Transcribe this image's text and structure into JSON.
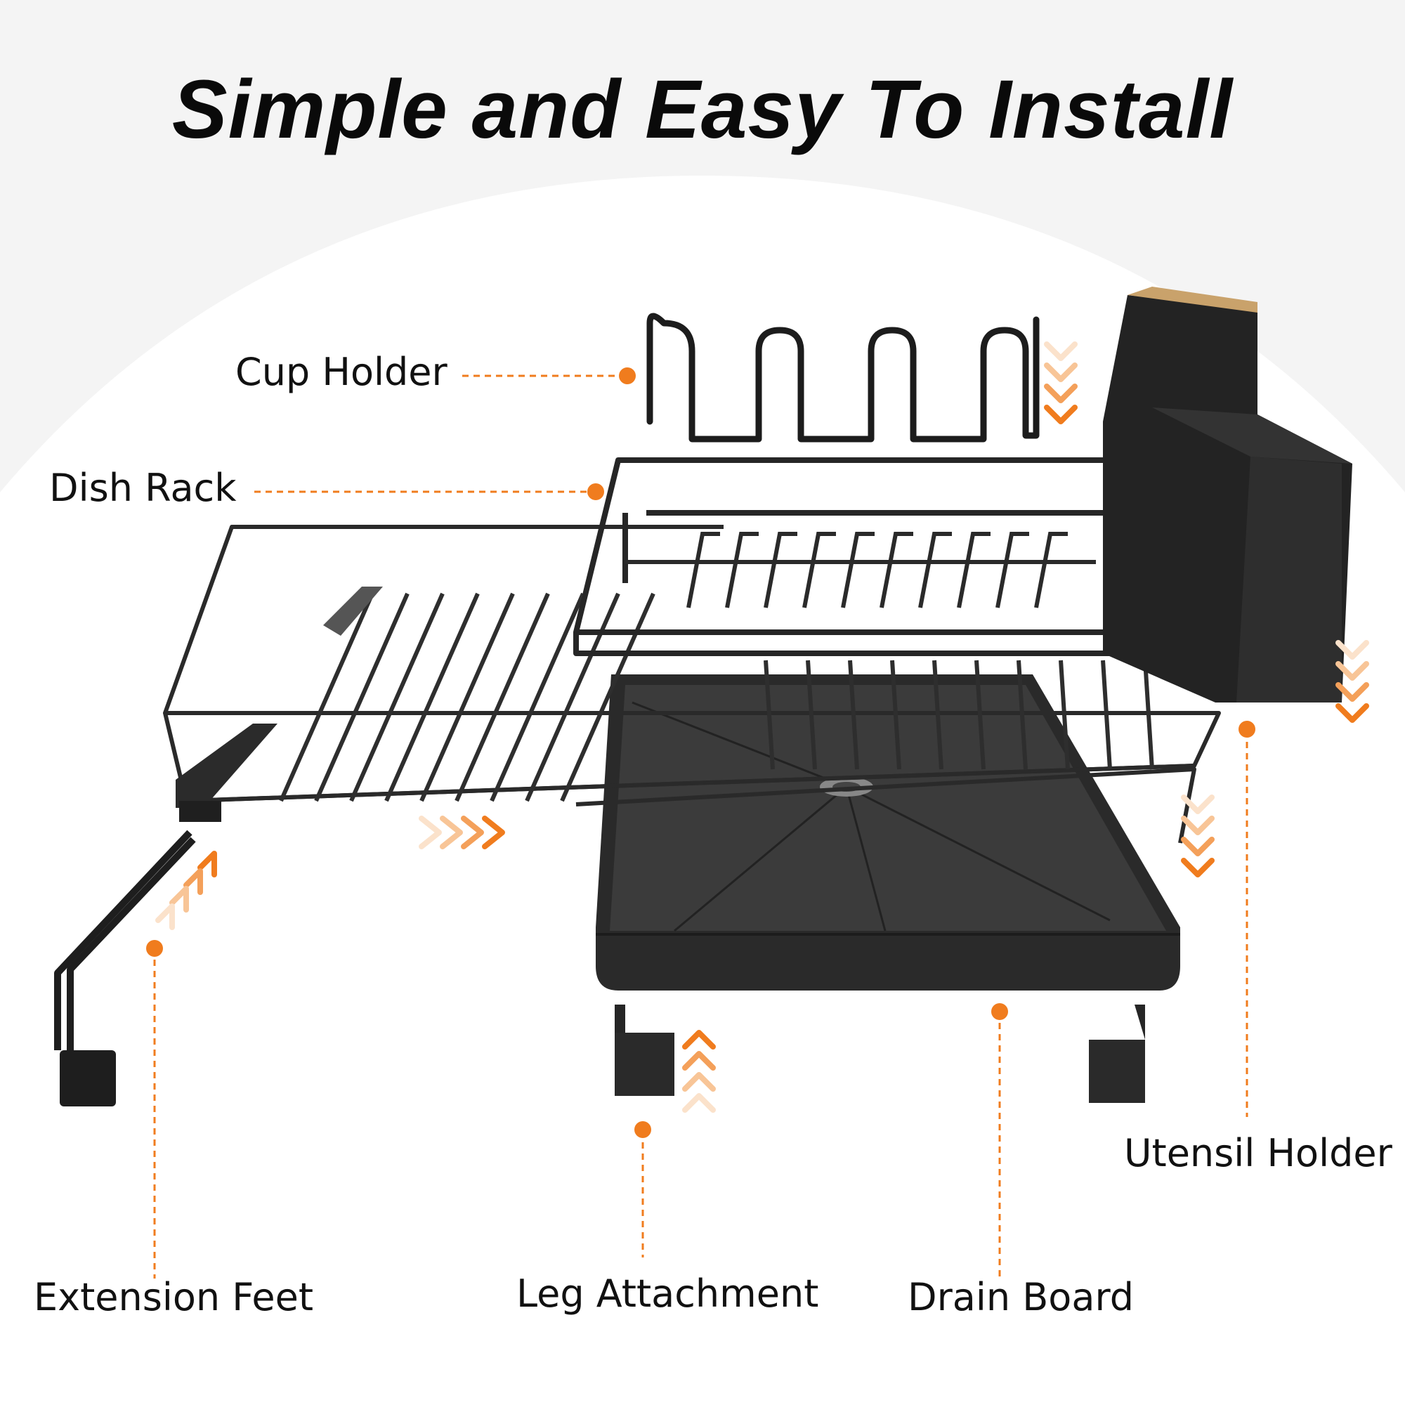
{
  "title": "Simple and Easy To Install",
  "accent_color": "#f07c1e",
  "labels": {
    "cup_holder": "Cup Holder",
    "dish_rack": "Dish Rack",
    "utensil_holder": "Utensil Holder",
    "extension_feet": "Extension Feet",
    "leg_attachment": "Leg Attachment",
    "drain_board": "Drain Board"
  }
}
